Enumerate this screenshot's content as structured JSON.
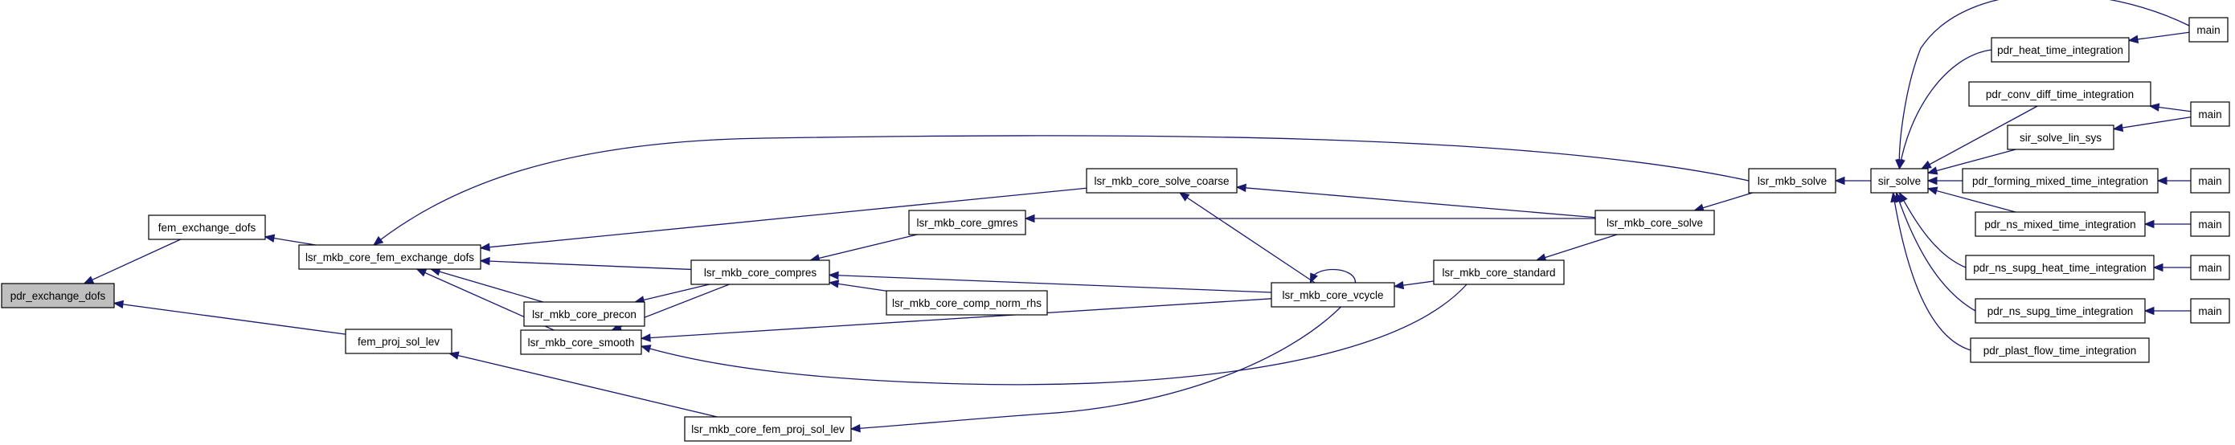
{
  "graph": {
    "colors": {
      "edge": "#191970",
      "focus_fill": "#bfbfbf",
      "node_fill": "#ffffff",
      "node_stroke": "#000000"
    },
    "nodes": [
      {
        "id": "pdr_exchange_dofs",
        "label": "pdr_exchange_dofs",
        "focus": true
      },
      {
        "id": "fem_exchange_dofs",
        "label": "fem_exchange_dofs"
      },
      {
        "id": "fem_proj_sol_lev",
        "label": "fem_proj_sol_lev"
      },
      {
        "id": "lsr_mkb_core_fem_exchange_dofs",
        "label": "lsr_mkb_core_fem_exchange_dofs"
      },
      {
        "id": "lsr_mkb_core_precon",
        "label": "lsr_mkb_core_precon"
      },
      {
        "id": "lsr_mkb_core_smooth",
        "label": "lsr_mkb_core_smooth"
      },
      {
        "id": "lsr_mkb_core_fem_proj_sol_lev",
        "label": "lsr_mkb_core_fem_proj_sol_lev"
      },
      {
        "id": "lsr_mkb_core_compres",
        "label": "lsr_mkb_core_compres"
      },
      {
        "id": "lsr_mkb_core_gmres",
        "label": "lsr_mkb_core_gmres"
      },
      {
        "id": "lsr_mkb_core_comp_norm_rhs",
        "label": "lsr_mkb_core_comp_norm_rhs"
      },
      {
        "id": "lsr_mkb_core_solve_coarse",
        "label": "lsr_mkb_core_solve_coarse"
      },
      {
        "id": "lsr_mkb_core_vcycle",
        "label": "lsr_mkb_core_vcycle"
      },
      {
        "id": "lsr_mkb_core_standard",
        "label": "lsr_mkb_core_standard"
      },
      {
        "id": "lsr_mkb_core_solve",
        "label": "lsr_mkb_core_solve"
      },
      {
        "id": "lsr_mkb_solve",
        "label": "lsr_mkb_solve"
      },
      {
        "id": "sir_solve",
        "label": "sir_solve"
      },
      {
        "id": "pdr_heat_time_integration",
        "label": "pdr_heat_time_integration"
      },
      {
        "id": "pdr_conv_diff_time_integration",
        "label": "pdr_conv_diff_time_integration"
      },
      {
        "id": "sir_solve_lin_sys",
        "label": "sir_solve_lin_sys"
      },
      {
        "id": "pdr_forming_mixed_time_integration",
        "label": "pdr_forming_mixed_time_integration"
      },
      {
        "id": "pdr_ns_mixed_time_integration",
        "label": "pdr_ns_mixed_time_integration"
      },
      {
        "id": "pdr_ns_supg_heat_time_integration",
        "label": "pdr_ns_supg_heat_time_integration"
      },
      {
        "id": "pdr_ns_supg_time_integration",
        "label": "pdr_ns_supg_time_integration"
      },
      {
        "id": "pdr_plast_flow_time_integration",
        "label": "pdr_plast_flow_time_integration"
      },
      {
        "id": "main_1",
        "label": "main"
      },
      {
        "id": "main_2",
        "label": "main"
      },
      {
        "id": "main_3",
        "label": "main"
      },
      {
        "id": "main_4",
        "label": "main"
      },
      {
        "id": "main_5",
        "label": "main"
      },
      {
        "id": "main_6",
        "label": "main"
      }
    ],
    "edges": [
      {
        "from": "fem_exchange_dofs",
        "to": "pdr_exchange_dofs"
      },
      {
        "from": "fem_proj_sol_lev",
        "to": "pdr_exchange_dofs"
      },
      {
        "from": "lsr_mkb_core_fem_exchange_dofs",
        "to": "fem_exchange_dofs"
      },
      {
        "from": "lsr_mkb_core_fem_proj_sol_lev",
        "to": "fem_proj_sol_lev"
      },
      {
        "from": "lsr_mkb_solve",
        "to": "lsr_mkb_core_fem_exchange_dofs"
      },
      {
        "from": "lsr_mkb_core_solve_coarse",
        "to": "lsr_mkb_core_fem_exchange_dofs"
      },
      {
        "from": "lsr_mkb_core_compres",
        "to": "lsr_mkb_core_fem_exchange_dofs"
      },
      {
        "from": "lsr_mkb_core_precon",
        "to": "lsr_mkb_core_fem_exchange_dofs"
      },
      {
        "from": "lsr_mkb_core_smooth",
        "to": "lsr_mkb_core_fem_exchange_dofs"
      },
      {
        "from": "lsr_mkb_core_compres",
        "to": "lsr_mkb_core_precon"
      },
      {
        "from": "lsr_mkb_core_compres",
        "to": "lsr_mkb_core_smooth"
      },
      {
        "from": "lsr_mkb_core_vcycle",
        "to": "lsr_mkb_core_smooth"
      },
      {
        "from": "lsr_mkb_core_standard",
        "to": "lsr_mkb_core_smooth"
      },
      {
        "from": "lsr_mkb_core_vcycle",
        "to": "lsr_mkb_core_fem_proj_sol_lev"
      },
      {
        "from": "lsr_mkb_core_gmres",
        "to": "lsr_mkb_core_compres"
      },
      {
        "from": "lsr_mkb_core_vcycle",
        "to": "lsr_mkb_core_compres"
      },
      {
        "from": "lsr_mkb_core_comp_norm_rhs",
        "to": "lsr_mkb_core_compres"
      },
      {
        "from": "lsr_mkb_core_solve",
        "to": "lsr_mkb_core_gmres"
      },
      {
        "from": "lsr_mkb_core_vcycle",
        "to": "lsr_mkb_core_solve_coarse"
      },
      {
        "from": "lsr_mkb_core_solve",
        "to": "lsr_mkb_core_solve_coarse"
      },
      {
        "from": "lsr_mkb_core_vcycle",
        "to": "lsr_mkb_core_vcycle"
      },
      {
        "from": "lsr_mkb_core_standard",
        "to": "lsr_mkb_core_vcycle"
      },
      {
        "from": "lsr_mkb_core_solve",
        "to": "lsr_mkb_core_standard"
      },
      {
        "from": "lsr_mkb_solve",
        "to": "lsr_mkb_core_solve"
      },
      {
        "from": "sir_solve",
        "to": "lsr_mkb_solve"
      },
      {
        "from": "pdr_heat_time_integration",
        "to": "sir_solve"
      },
      {
        "from": "pdr_conv_diff_time_integration",
        "to": "sir_solve"
      },
      {
        "from": "sir_solve_lin_sys",
        "to": "sir_solve"
      },
      {
        "from": "pdr_forming_mixed_time_integration",
        "to": "sir_solve"
      },
      {
        "from": "pdr_ns_mixed_time_integration",
        "to": "sir_solve"
      },
      {
        "from": "pdr_ns_supg_heat_time_integration",
        "to": "sir_solve"
      },
      {
        "from": "pdr_ns_supg_time_integration",
        "to": "sir_solve"
      },
      {
        "from": "pdr_plast_flow_time_integration",
        "to": "sir_solve"
      },
      {
        "from": "main_1",
        "to": "sir_solve"
      },
      {
        "from": "main_1",
        "to": "pdr_heat_time_integration"
      },
      {
        "from": "main_2",
        "to": "pdr_conv_diff_time_integration"
      },
      {
        "from": "main_2",
        "to": "sir_solve_lin_sys"
      },
      {
        "from": "main_3",
        "to": "pdr_forming_mixed_time_integration"
      },
      {
        "from": "main_4",
        "to": "pdr_ns_mixed_time_integration"
      },
      {
        "from": "main_5",
        "to": "pdr_ns_supg_heat_time_integration"
      },
      {
        "from": "main_6",
        "to": "pdr_ns_supg_time_integration"
      }
    ]
  }
}
